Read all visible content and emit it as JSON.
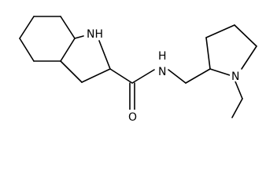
{
  "structure": {
    "labels": {
      "nh_ring": "NH",
      "nh_amide": "N",
      "h_amide": "H",
      "o_carbonyl": "O",
      "n_pyrrolidine": "N"
    }
  }
}
